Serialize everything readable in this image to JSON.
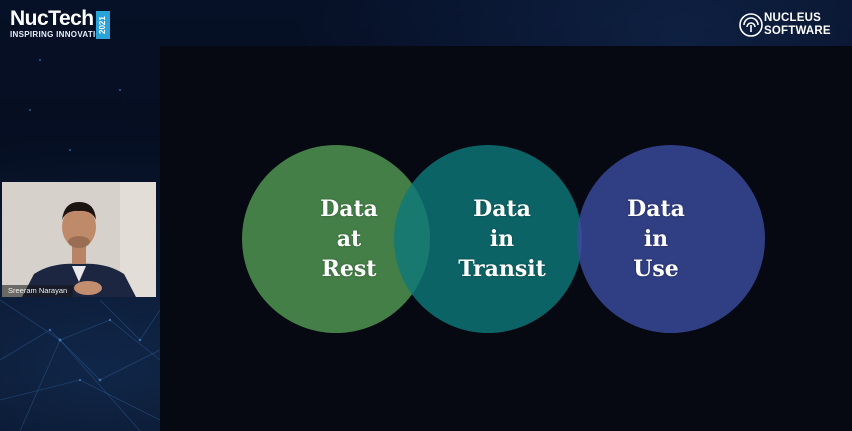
{
  "header": {
    "brand_name": "NucTech",
    "brand_tagline": "INSPIRING INNOVATION",
    "brand_year": "2021",
    "partner_line1": "NUCLEUS",
    "partner_line2": "SOFTWARE"
  },
  "slide": {
    "circles": [
      {
        "id": "rest",
        "lines": [
          "Data",
          "at",
          "Rest"
        ],
        "color": "#4a8a4c"
      },
      {
        "id": "transit",
        "lines": [
          "Data",
          "in",
          "Transit"
        ],
        "color": "#0e7778"
      },
      {
        "id": "use",
        "lines": [
          "Data",
          "in",
          "Use"
        ],
        "color": "#394a9c"
      }
    ]
  },
  "webcam": {
    "speaker_name": "Sreeram Narayan"
  }
}
